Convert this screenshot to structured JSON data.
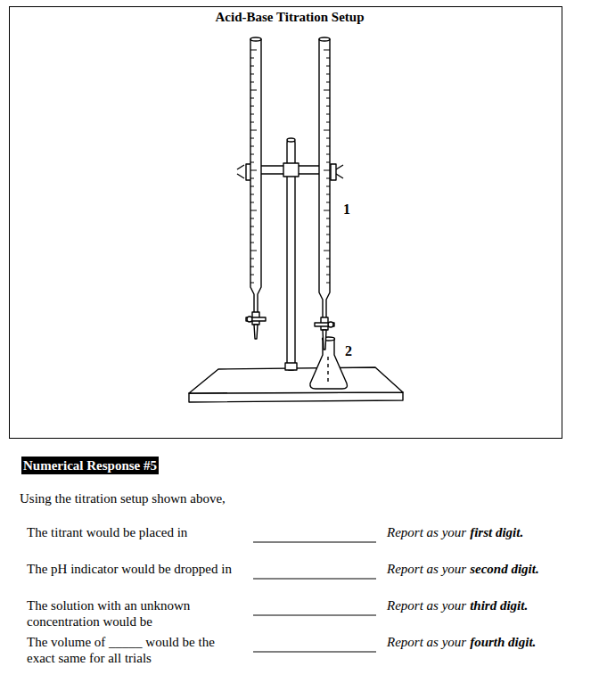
{
  "diagram": {
    "title": "Acid-Base Titration Setup",
    "labels": [
      "1",
      "2",
      "Numerical Response #5",
      "Using the titration setup shown above,",
      "The titrant would be placed in",
      "Report as your",
      "first digit.",
      "The pH indicator would be dropped in",
      "Report as your",
      "second digit.",
      "The solution with an unknown concentration would be",
      "Report as your",
      "third digit.",
      "The volume of _____ would be the exact same for all trials",
      "Report as your",
      "fourth digit."
    ]
  }
}
